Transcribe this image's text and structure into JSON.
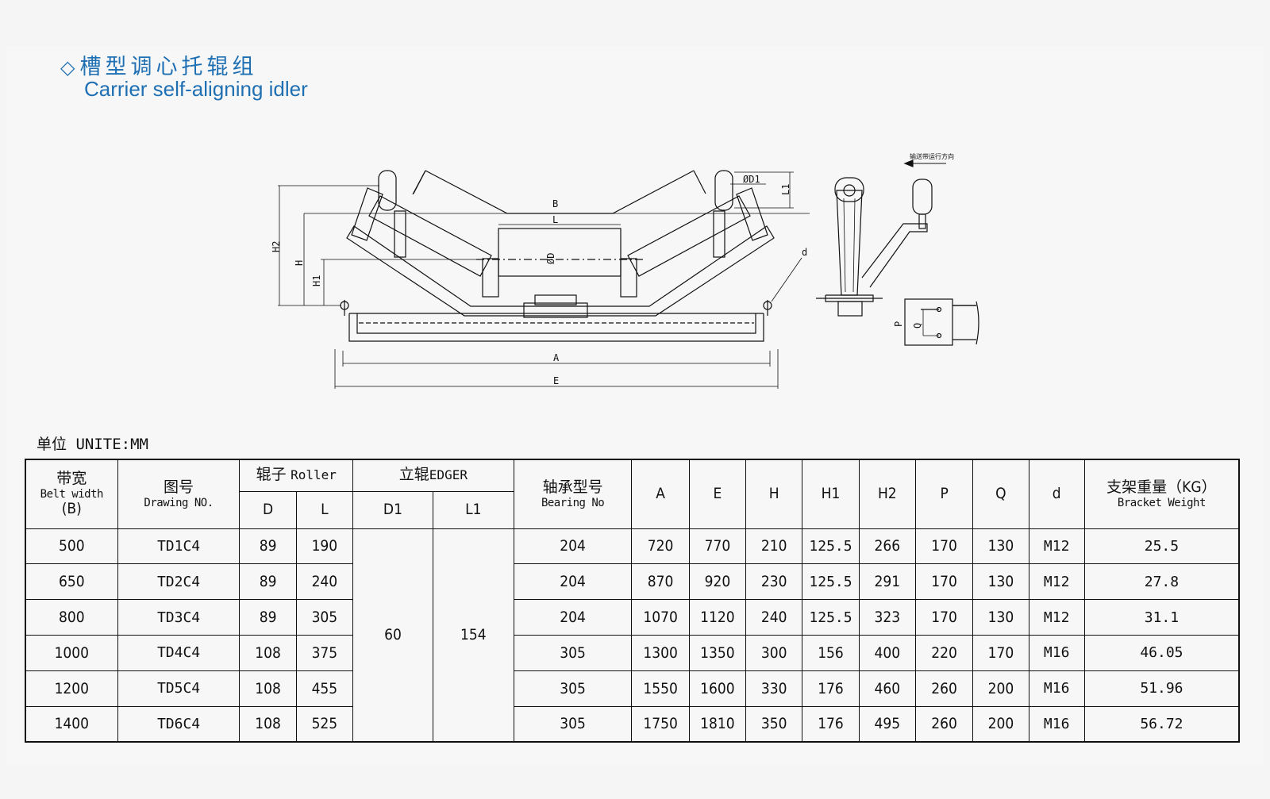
{
  "header": {
    "diamond": "◇",
    "title_cn": "槽型调心托辊组",
    "title_en": "Carrier self-aligning idler"
  },
  "drawing_labels": {
    "B": "B",
    "L": "L",
    "A": "A",
    "E": "E",
    "H": "H",
    "H1": "H1",
    "H2": "H2",
    "D": "ØD",
    "D1": "ØD1",
    "L1": "L1",
    "d": "d",
    "P": "P",
    "Q": "Q",
    "direction": "输送带运行方向"
  },
  "unit": "单位 UNITE:MM",
  "table": {
    "head": {
      "belt_width_cn": "带宽",
      "belt_width_en": "Belt width",
      "belt_width_sym": "(B)",
      "drawing_cn": "图号",
      "drawing_en": "Drawing NO.",
      "roller_cn": "辊子",
      "roller_en": "Roller",
      "D": "D",
      "L": "L",
      "edger_cn": "立辊",
      "edger_en": "EDGER",
      "D1": "D1",
      "L1": "L1",
      "bearing_cn": "轴承型号",
      "bearing_en": "Bearing No",
      "A": "A",
      "E": "E",
      "H": "H",
      "H1": "H1",
      "H2": "H2",
      "P": "P",
      "Q": "Q",
      "d": "d",
      "weight_cn": "支架重量（KG）",
      "weight_en": "Bracket Weight"
    },
    "edger_D1": "60",
    "edger_L1": "154",
    "rows": [
      {
        "B": "500",
        "drawing": "TD1C4",
        "D": "89",
        "L": "190",
        "bearing": "204",
        "A": "720",
        "E": "770",
        "H": "210",
        "H1": "125.5",
        "H2": "266",
        "P": "170",
        "Q": "130",
        "d": "M12",
        "weight": "25.5"
      },
      {
        "B": "650",
        "drawing": "TD2C4",
        "D": "89",
        "L": "240",
        "bearing": "204",
        "A": "870",
        "E": "920",
        "H": "230",
        "H1": "125.5",
        "H2": "291",
        "P": "170",
        "Q": "130",
        "d": "M12",
        "weight": "27.8"
      },
      {
        "B": "800",
        "drawing": "TD3C4",
        "D": "89",
        "L": "305",
        "bearing": "204",
        "A": "1070",
        "E": "1120",
        "H": "240",
        "H1": "125.5",
        "H2": "323",
        "P": "170",
        "Q": "130",
        "d": "M12",
        "weight": "31.1"
      },
      {
        "B": "1000",
        "drawing": "TD4C4",
        "D": "108",
        "L": "375",
        "bearing": "305",
        "A": "1300",
        "E": "1350",
        "H": "300",
        "H1": "156",
        "H2": "400",
        "P": "220",
        "Q": "170",
        "d": "M16",
        "weight": "46.05"
      },
      {
        "B": "1200",
        "drawing": "TD5C4",
        "D": "108",
        "L": "455",
        "bearing": "305",
        "A": "1550",
        "E": "1600",
        "H": "330",
        "H1": "176",
        "H2": "460",
        "P": "260",
        "Q": "200",
        "d": "M16",
        "weight": "51.96"
      },
      {
        "B": "1400",
        "drawing": "TD6C4",
        "D": "108",
        "L": "525",
        "bearing": "305",
        "A": "1750",
        "E": "1810",
        "H": "350",
        "H1": "176",
        "H2": "495",
        "P": "260",
        "Q": "200",
        "d": "M16",
        "weight": "56.72"
      }
    ]
  }
}
